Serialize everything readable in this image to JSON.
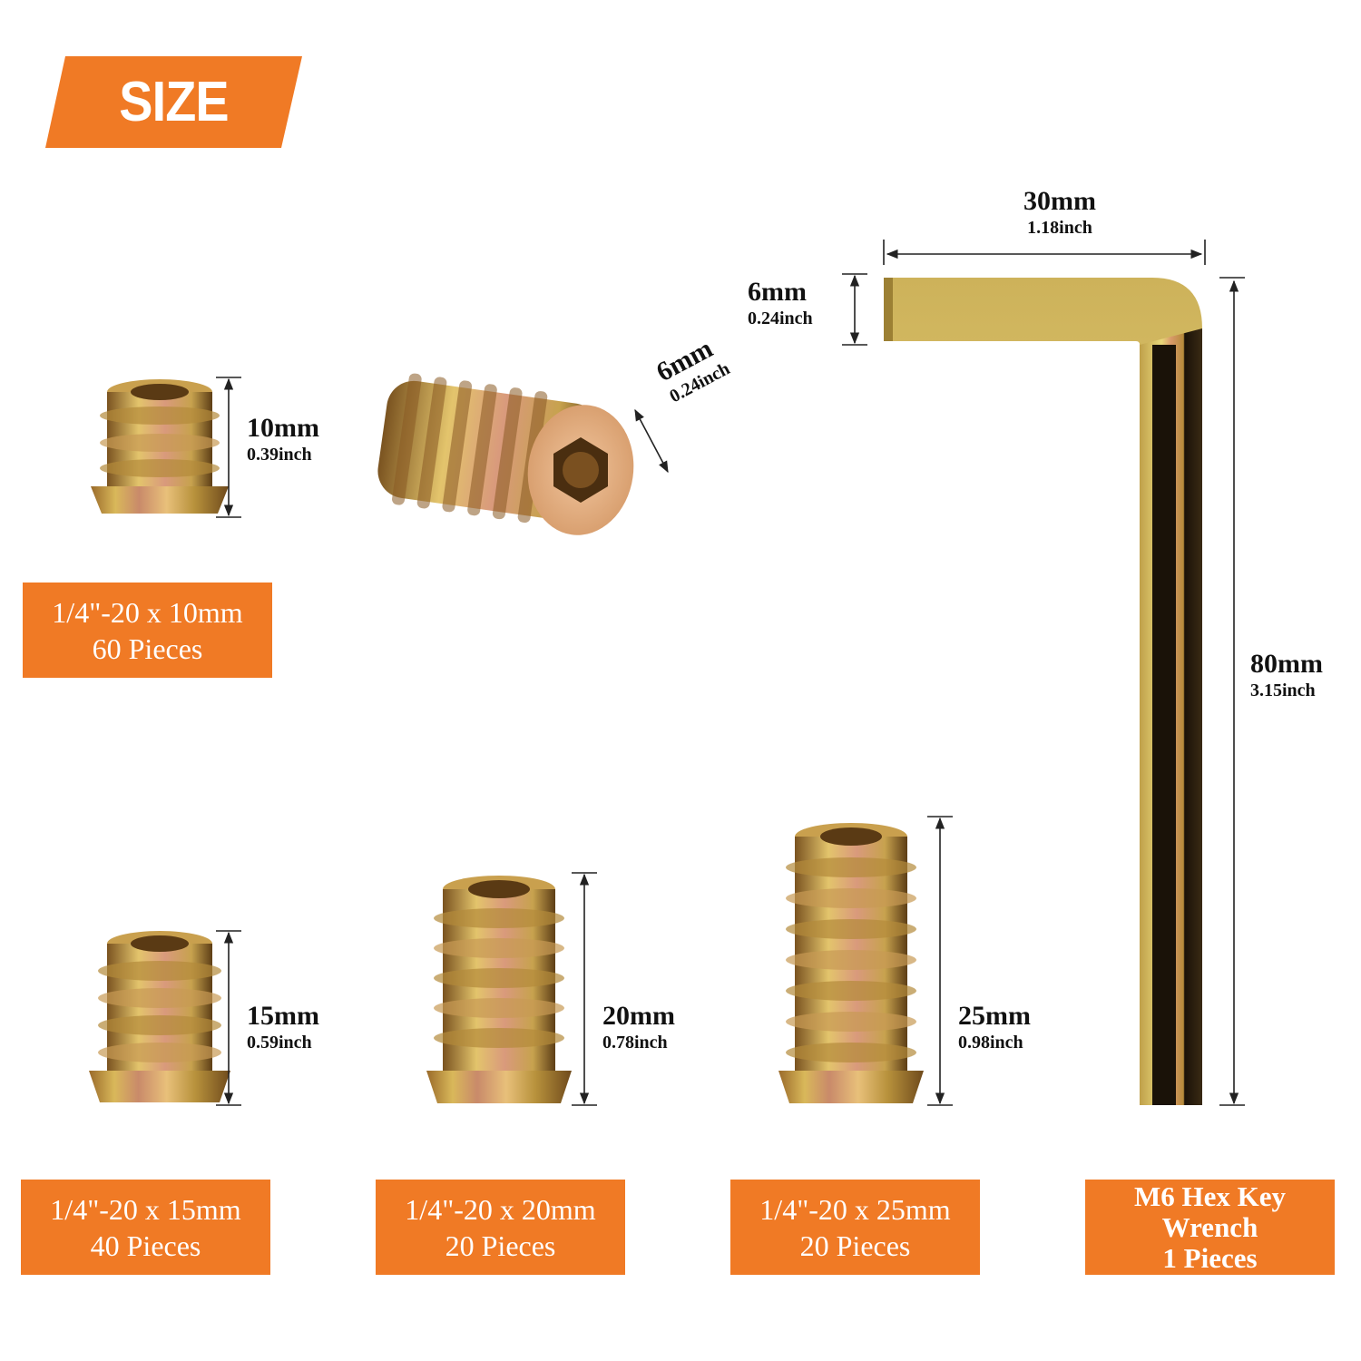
{
  "banner": {
    "title": "SIZE",
    "color": "#f07a25"
  },
  "colors": {
    "label_bg": "#f07a25",
    "label_text": "#ffffff",
    "dimension_text": "#111111"
  },
  "products": [
    {
      "name": "1/4\"-20 x 10mm",
      "qty": "60 Pieces",
      "height_mm": "10mm",
      "height_in": "0.39inch"
    },
    {
      "name": "1/4\"-20 x 15mm",
      "qty": "40 Pieces",
      "height_mm": "15mm",
      "height_in": "0.59inch"
    },
    {
      "name": "1/4\"-20 x 20mm",
      "qty": "20 Pieces",
      "height_mm": "20mm",
      "height_in": "0.78inch"
    },
    {
      "name": "1/4\"-20 x 25mm",
      "qty": "20 Pieces",
      "height_mm": "25mm",
      "height_in": "0.98inch"
    }
  ],
  "socket": {
    "size_mm": "6mm",
    "size_in": "0.24inch"
  },
  "wrench": {
    "line1": "M6 Hex Key",
    "line2": "Wrench",
    "qty": "1 Pieces",
    "width_mm": "30mm",
    "width_in": "1.18inch",
    "hex_mm": "6mm",
    "hex_in": "0.24inch",
    "length_mm": "80mm",
    "length_in": "3.15inch"
  }
}
